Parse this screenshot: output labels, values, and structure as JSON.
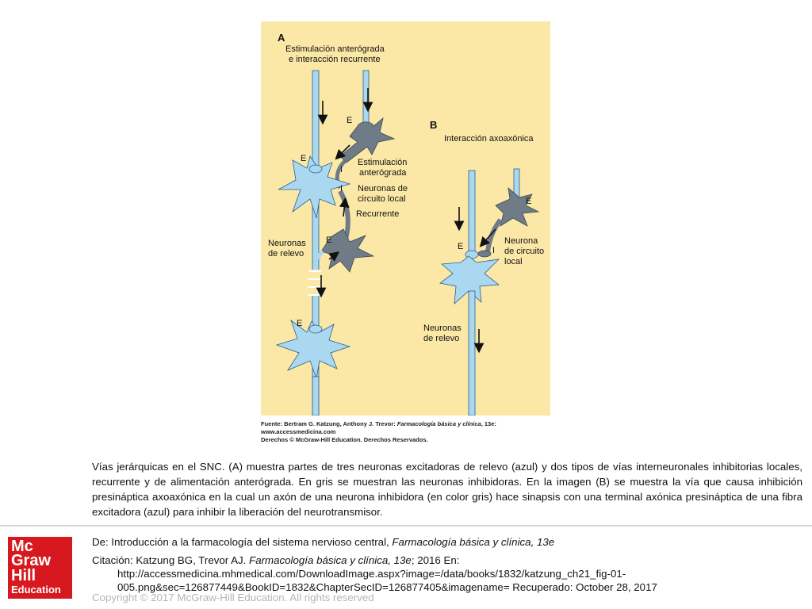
{
  "diagram": {
    "panel_a": {
      "letter": "A",
      "title_line1": "Estimulación anterógrada",
      "title_line2": "e interacción recurrente",
      "labels": {
        "e_top_gray": "E",
        "e_relay1": "E",
        "i_label": "I",
        "i_label2": "I",
        "e_gray2": "E",
        "e_relay2": "E",
        "estim_line1": "Estimulación",
        "estim_line2": "anterógrada",
        "local_line1": "Neuronas de",
        "local_line2": "circuito local",
        "recurrente": "Recurrente",
        "relay_line1": "Neuronas",
        "relay_line2": "de relevo"
      }
    },
    "panel_b": {
      "letter": "B",
      "title": "Interacción axoaxónica",
      "labels": {
        "e_gray": "E",
        "e_relay": "E",
        "i_label": "I",
        "local_line1": "Neurona",
        "local_line2": "de circuito",
        "local_line3": "local",
        "relay_line1": "Neuronas",
        "relay_line2": "de relevo"
      }
    },
    "colors": {
      "background": "#fbe8a7",
      "excitatory": "#a9d8f0",
      "inhibitory": "#6f7b86",
      "outline": "#2f5d8a"
    }
  },
  "source_note": {
    "prefix": "Fuente: Bertram G. Katzung, Anthony J. Trevor: ",
    "book": "Farmacología básica y clínica",
    "suffix": ", 13e:",
    "line2": "www.accessmedicina.com",
    "line3": "Derechos © McGraw-Hill Education. Derechos Reservados."
  },
  "caption": "Vías jerárquicas en el SNC. (A) muestra partes de tres neuronas excitadoras de relevo (azul) y dos tipos de vías interneuronales inhibitorias locales, recurrente y de alimentación anterógrada. En gris se muestran las neuronas inhibidoras. En la imagen (B) se muestra la vía que causa inhibición presináptica axoaxónica en la cual un axón de una neurona inhibidora (en color gris) hace sinapsis con una terminal axónica presináptica de una fibra excitadora (azul) para inhibir la liberación del neurotransmisor.",
  "logo": {
    "line1": "Mc",
    "line2": "Graw",
    "line3": "Hill",
    "line4": "Education"
  },
  "citation": {
    "from_prefix": "De: Introducción a la farmacología del sistema nervioso central, ",
    "from_book": "Farmacología básica y clínica, 13e",
    "cite_prefix": "Citación: Katzung BG, Trevor AJ. ",
    "cite_book": "Farmacología básica y clínica, 13e",
    "cite_suffix": "; 2016 En:",
    "url_line1": "http://accessmedicina.mhmedical.com/DownloadImage.aspx?image=/data/books/1832/katzung_ch21_fig-01-",
    "url_line2": "005.png&sec=126877449&BookID=1832&ChapterSecID=126877405&imagename= Recuperado: October 28, 2017"
  },
  "copyright": "Copyright © 2017 McGraw-Hill Education. All rights reserved"
}
